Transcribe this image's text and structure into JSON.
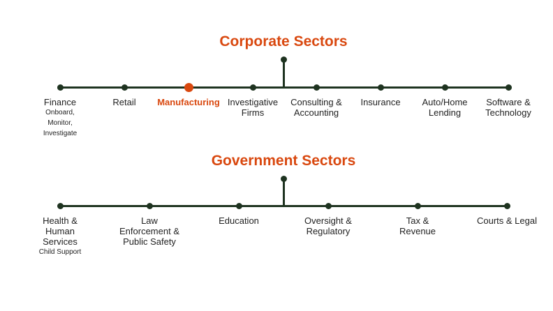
{
  "corporate": {
    "title": "Corporate Sectors",
    "items": [
      {
        "label": "Finance",
        "sub": "Onboard, Monitor, Investigate"
      },
      {
        "label": "Retail"
      },
      {
        "label": "Manufacturing",
        "highlight": true
      },
      {
        "label": "Investigative Firms"
      },
      {
        "label": "Consulting & Accounting"
      },
      {
        "label": "Insurance"
      },
      {
        "label": "Auto/Home Lending"
      },
      {
        "label": "Software & Technology"
      }
    ]
  },
  "government": {
    "title": "Government Sectors",
    "items": [
      {
        "label": "Health & Human Services",
        "sub": "Child Support"
      },
      {
        "label": "Law Enforcement & Public Safety"
      },
      {
        "label": "Education"
      },
      {
        "label": "Oversight & Regulatory"
      },
      {
        "label": "Tax & Revenue"
      },
      {
        "label": "Courts & Legal"
      }
    ]
  },
  "colors": {
    "accent": "#d9480f",
    "line": "#1e3320"
  }
}
